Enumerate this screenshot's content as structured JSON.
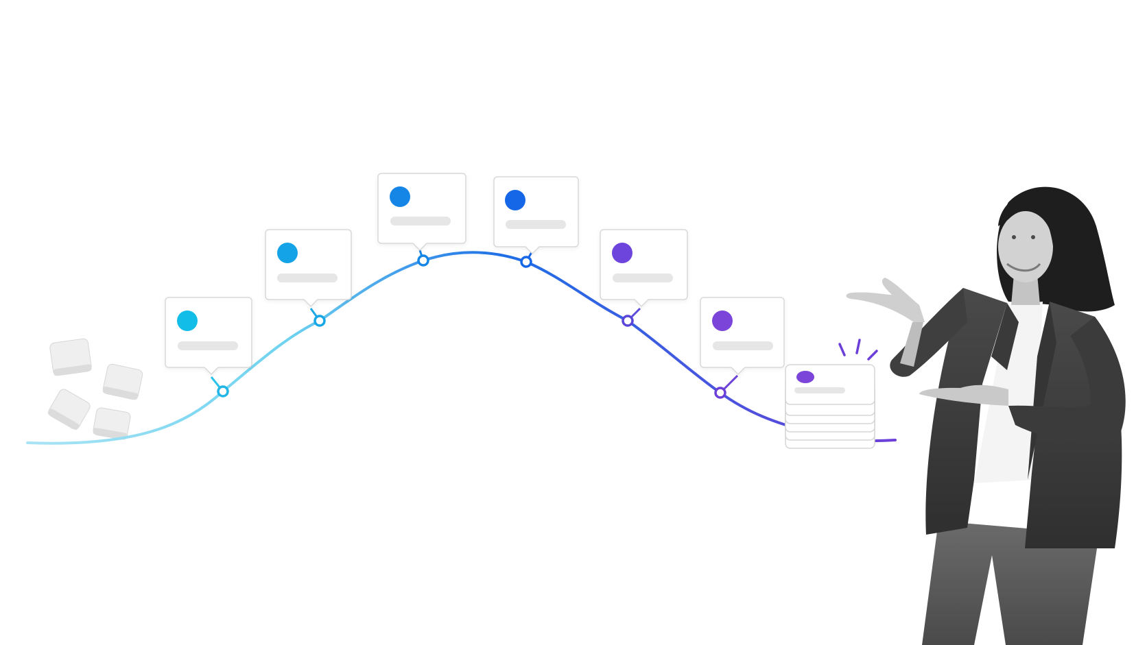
{
  "colors": {
    "curve_start": "#a9e3f5",
    "curve_mid": "#1e6fe6",
    "curve_end": "#6b3fd8",
    "card_border": "#d9d9d9",
    "card_bar": "#e6e6e6",
    "cube": "#e9e9e9",
    "sparkle": "#6b3fd8"
  },
  "milestones": [
    {
      "dot_color": "#12bde8"
    },
    {
      "dot_color": "#14a3e6"
    },
    {
      "dot_color": "#1686e6"
    },
    {
      "dot_color": "#1667e8"
    },
    {
      "dot_color": "#6e45dc"
    },
    {
      "dot_color": "#7a45d8"
    }
  ],
  "stack": {
    "count": 6,
    "dot_color": "#7a45d8"
  },
  "scattered_blocks": {
    "count": 4
  },
  "person": {
    "icon": "presenting-person-figure"
  }
}
